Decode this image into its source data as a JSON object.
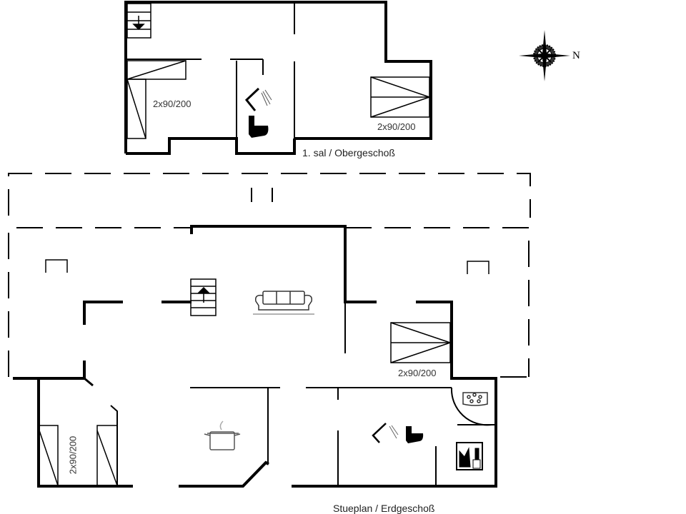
{
  "upper_floor": {
    "title": "1. sal / Obergeschoß",
    "bed_labels": [
      "2x90/200",
      "2x90/200"
    ]
  },
  "ground_floor": {
    "title": "Stueplan / Erdgeschoß",
    "bed_labels": [
      "2x90/200",
      "2x90/200"
    ]
  },
  "compass": {
    "north_label": "N"
  },
  "icons": [
    "stairs-down-icon",
    "shower-icon",
    "toilet-icon",
    "stairs-up-icon",
    "sofa-icon",
    "cooking-pot-icon",
    "whirlpool-icon",
    "sauna-icon",
    "compass-rose-icon"
  ]
}
